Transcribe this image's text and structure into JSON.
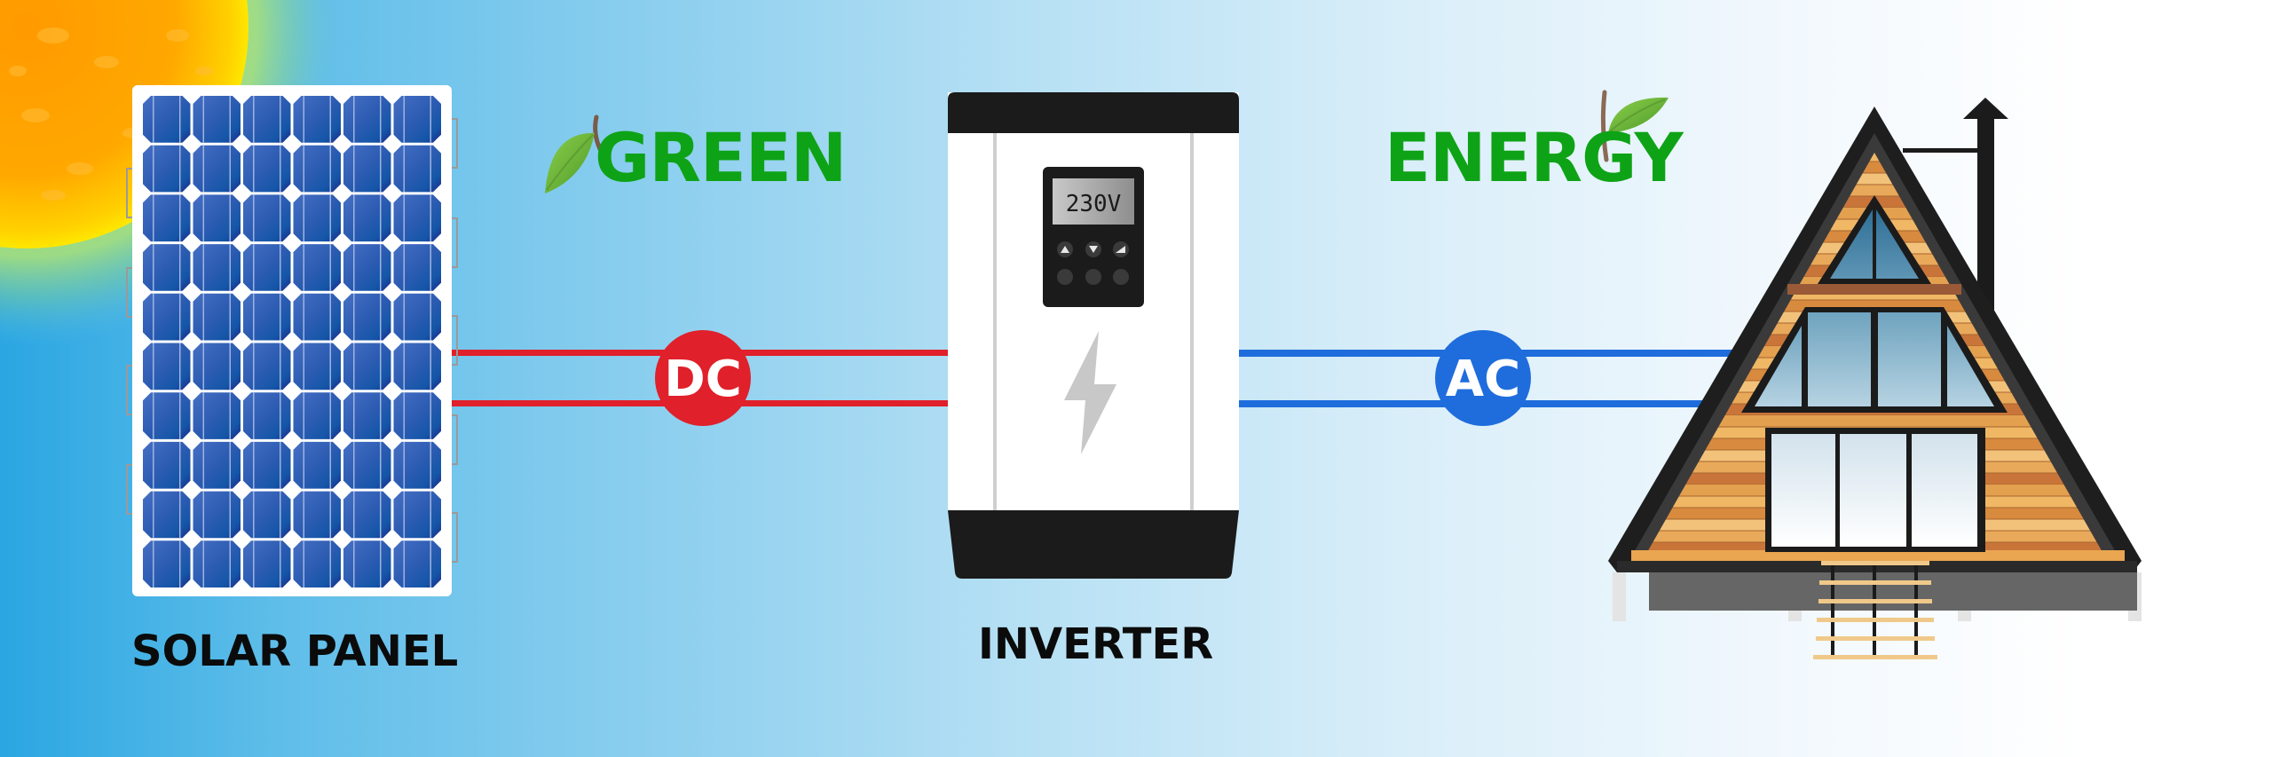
{
  "headline": {
    "word1": "GREEN",
    "word2": "ENERGY"
  },
  "components": {
    "solar_panel": {
      "label": "SOLAR PANEL",
      "columns": 6,
      "rows": 10
    },
    "inverter": {
      "label": "INVERTER",
      "display_value": "230V"
    },
    "house": {
      "label": ""
    }
  },
  "connections": {
    "dc": {
      "label": "DC",
      "color": "#e0202a"
    },
    "ac": {
      "label": "AC",
      "color": "#1f6ddc"
    }
  },
  "colors": {
    "green_text": "#0ea316",
    "panel_cell": "#2f5fb0",
    "inverter_body": "#ffffff",
    "inverter_dark": "#1b1b1b",
    "roof": "#222222",
    "wood": "#e8a552"
  }
}
